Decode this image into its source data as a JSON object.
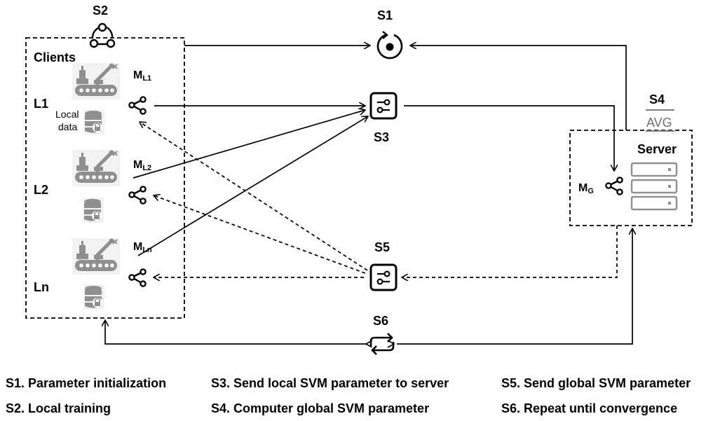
{
  "steps": {
    "s1": "S1",
    "s2": "S2",
    "s3": "S3",
    "s4": "S4",
    "s5": "S5",
    "s6": "S6"
  },
  "clients": {
    "title": "Clients",
    "l1": "L1",
    "l2": "L2",
    "ln": "Ln",
    "local_data_line1": "Local",
    "local_data_line2": "data",
    "model_prefix": "M",
    "model_l1_sub": "L1",
    "model_l2_sub": "L2",
    "model_ln_sub": "Ln"
  },
  "server": {
    "title": "Server",
    "avg": "AVG",
    "model_prefix": "M",
    "model_sub": "G"
  },
  "legend": {
    "s1": "S1. Parameter initialization",
    "s2": "S2. Local training",
    "s3": "S3. Send local SVM parameter to server",
    "s4": "S4. Computer global SVM parameter",
    "s5": "S5. Send global SVM parameter",
    "s6": "S6. Repeat until convergence"
  },
  "icons": {
    "machine": "robot-arm-conveyor-icon",
    "database": "locked-database-icon",
    "model": "share-graph-icon",
    "server": "server-rack-icon",
    "aggregate": "parameter-slider-icon",
    "init": "refresh-target-icon",
    "training": "cycle-nodes-icon",
    "repeat": "repeat-arrows-icon"
  }
}
